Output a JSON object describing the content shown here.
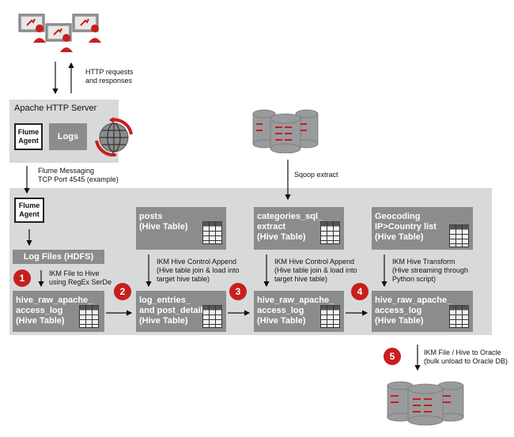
{
  "top": {
    "http_label_1": "HTTP requests",
    "http_label_2": "and responses"
  },
  "http_server": {
    "title": "Apache HTTP Server",
    "flume_agent_1": "Flume",
    "flume_agent_2": "Agent",
    "logs": "Logs"
  },
  "flume_msg": {
    "line1": "Flume Messaging",
    "line2": "TCP Port 4545 (example)"
  },
  "sqoop": {
    "label": "Sqoop extract"
  },
  "pipeline": {
    "flume_agent_1": "Flume",
    "flume_agent_2": "Agent",
    "log_files": "Log Files (HDFS)",
    "step1": {
      "badge": "1",
      "line1": "IKM File to Hive",
      "line2": "using RegEx SerDe"
    },
    "step2": {
      "badge": "2"
    },
    "step3": {
      "badge": "3"
    },
    "step4": {
      "badge": "4"
    },
    "step5": {
      "badge": "5",
      "line1": "IKM File / Hive to Oracle",
      "line2": "(bulk unload to Oracle DB)"
    },
    "ikm_a": {
      "line1": "IKM Hive Control Append",
      "line2": "(Hive table join & load into",
      "line3": "target hive table)"
    },
    "ikm_b": {
      "line1": "IKM Hive Control Append",
      "line2": "(Hive table join & load into",
      "line3": "target hive table)"
    },
    "ikm_c": {
      "line1": "IKM Hive Transform",
      "line2": "(Hive streaming through",
      "line3": "Python script)"
    },
    "tables": {
      "posts": "posts\n(Hive Table)",
      "categories": "categories_sql_\nextract\n(Hive Table)",
      "geocoding": "Geocoding\nIP>Country list\n(Hive Table)",
      "raw1": "hive_raw_apache_\naccess_log\n(Hive Table)",
      "log_entries": "log_entries_\nand post_detail\n(Hive Table)",
      "raw2": "hive_raw_apache_\naccess_log\n(Hive Table)",
      "raw3": "hive_raw_apache_\naccess_log\n(Hive Table)"
    }
  },
  "colors": {
    "accent": "#c81e1e",
    "panel": "#d8d9da",
    "box": "#8a8c8e"
  }
}
